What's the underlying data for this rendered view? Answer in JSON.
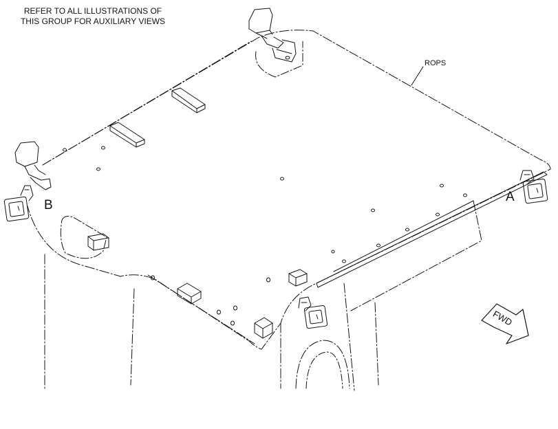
{
  "note": {
    "line1": "REFER TO ALL ILLUSTRATIONS OF",
    "line2": "THIS GROUP FOR AUXILIARY VIEWS"
  },
  "labels": {
    "rops": "ROPS",
    "view_a": "A",
    "view_b": "B",
    "fwd": "FWD"
  },
  "colors": {
    "line": "#111111",
    "background": "#ffffff"
  }
}
